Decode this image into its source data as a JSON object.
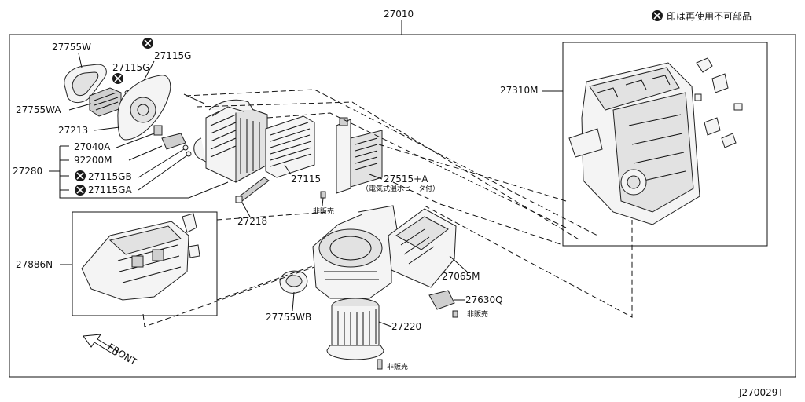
{
  "diagram": {
    "main_part": "27010",
    "legend_note": "印は再使用不可部品",
    "diagram_code": "J270029T",
    "front_label": "FRONT",
    "parts": {
      "p27755W": "27755W",
      "p27115G_top": "27115G",
      "p27115G_mid": "27115G",
      "p27755WA": "27755WA",
      "p27213": "27213",
      "p27040A": "27040A",
      "p92200M": "92200M",
      "p27280": "27280",
      "p27115GB": "27115GB",
      "p27115GA": "27115GA",
      "p27115": "27115",
      "p27218": "27218",
      "p27515A": "27515+A",
      "p27515A_note": "（電気式温水ヒータ付）",
      "not_sold_1": "非販売",
      "not_sold_2": "非販売",
      "not_sold_3": "非販売",
      "p27310M": "27310M",
      "p27886N": "27886N",
      "p27065M": "27065M",
      "p27630Q": "27630Q",
      "p27755WB": "27755WB",
      "p27220": "27220"
    }
  }
}
